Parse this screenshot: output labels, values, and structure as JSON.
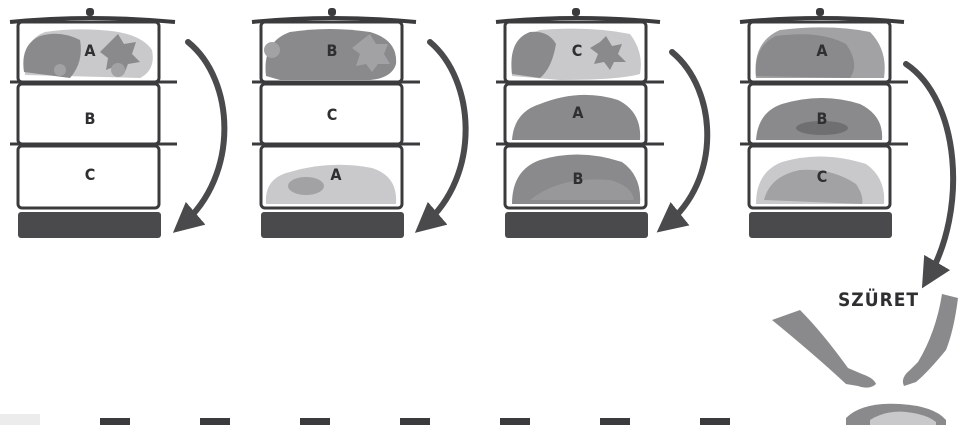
{
  "steamers": [
    {
      "tiers": [
        "A",
        "B",
        "C"
      ]
    },
    {
      "tiers": [
        "B",
        "C",
        "A"
      ]
    },
    {
      "tiers": [
        "C",
        "A",
        "B"
      ]
    },
    {
      "tiers": [
        "A",
        "B",
        "C"
      ]
    }
  ],
  "harvest_label": "SZÜRET",
  "colors": {
    "outline": "#3b3b3d",
    "food_dark": "#8a8a8c",
    "food_mid": "#a2a2a4",
    "food_light": "#c9c9cb",
    "base": "#4a4a4c"
  }
}
